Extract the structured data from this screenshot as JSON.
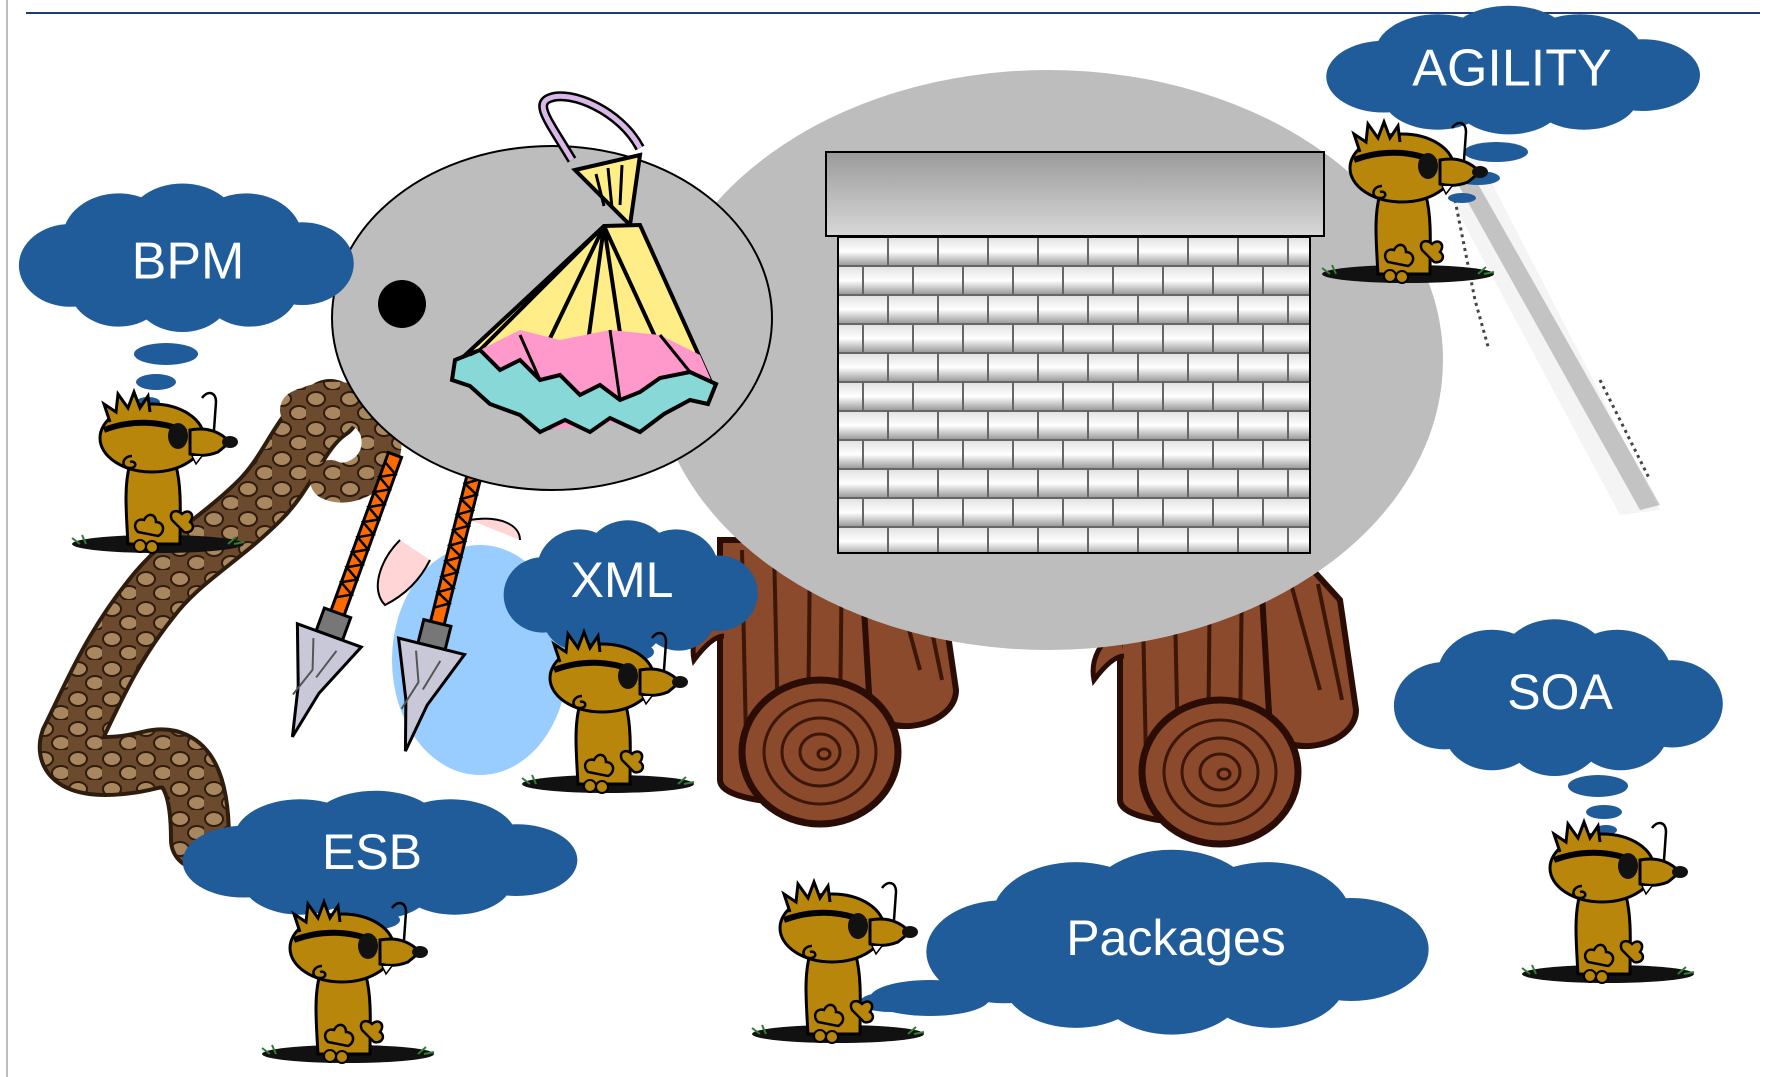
{
  "labels": {
    "bpm": "BPM",
    "agility": "AGILITY",
    "xml": "XML",
    "soa": "SOA",
    "esb": "ESB",
    "packages": "Packages"
  },
  "colors": {
    "cloud": "#1F5C99",
    "rule": "#1F3A7A",
    "elephant_body": "#BDBDBD",
    "legs": "#8B4A2B",
    "mole": "#B8860B",
    "ear": "#99CCFF"
  },
  "icons": [
    "elephant-body",
    "elephant-head",
    "brick-wall",
    "tree-trunk-leg",
    "mole",
    "snake",
    "spear",
    "fan",
    "thought-cloud"
  ]
}
